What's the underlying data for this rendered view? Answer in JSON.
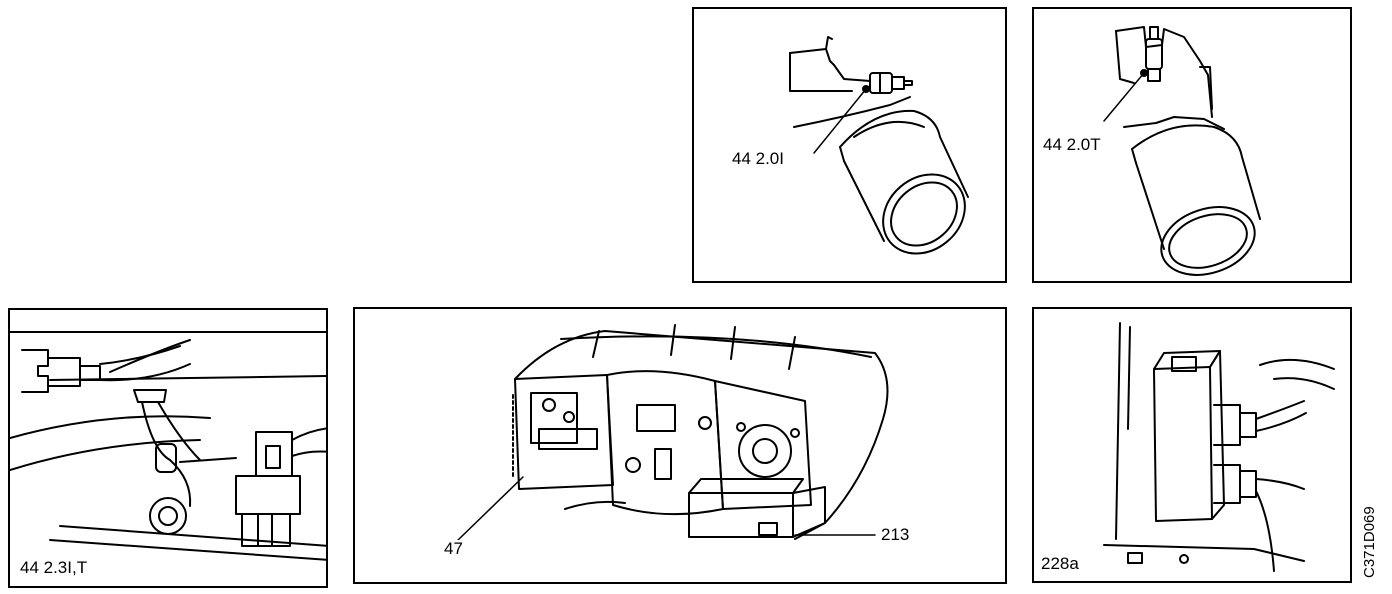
{
  "panels": {
    "filter_20i": {
      "label": "44 2.0I"
    },
    "filter_20t": {
      "label": "44 2.0T"
    },
    "sensor_23": {
      "label": "44 2.3I,T"
    },
    "instrument_cluster": {
      "callout_left": "47",
      "callout_right": "213"
    },
    "control_unit": {
      "label": "228a"
    }
  },
  "figure_code": "C371D069",
  "colors": {
    "ink": "#000000",
    "paper": "#ffffff"
  }
}
